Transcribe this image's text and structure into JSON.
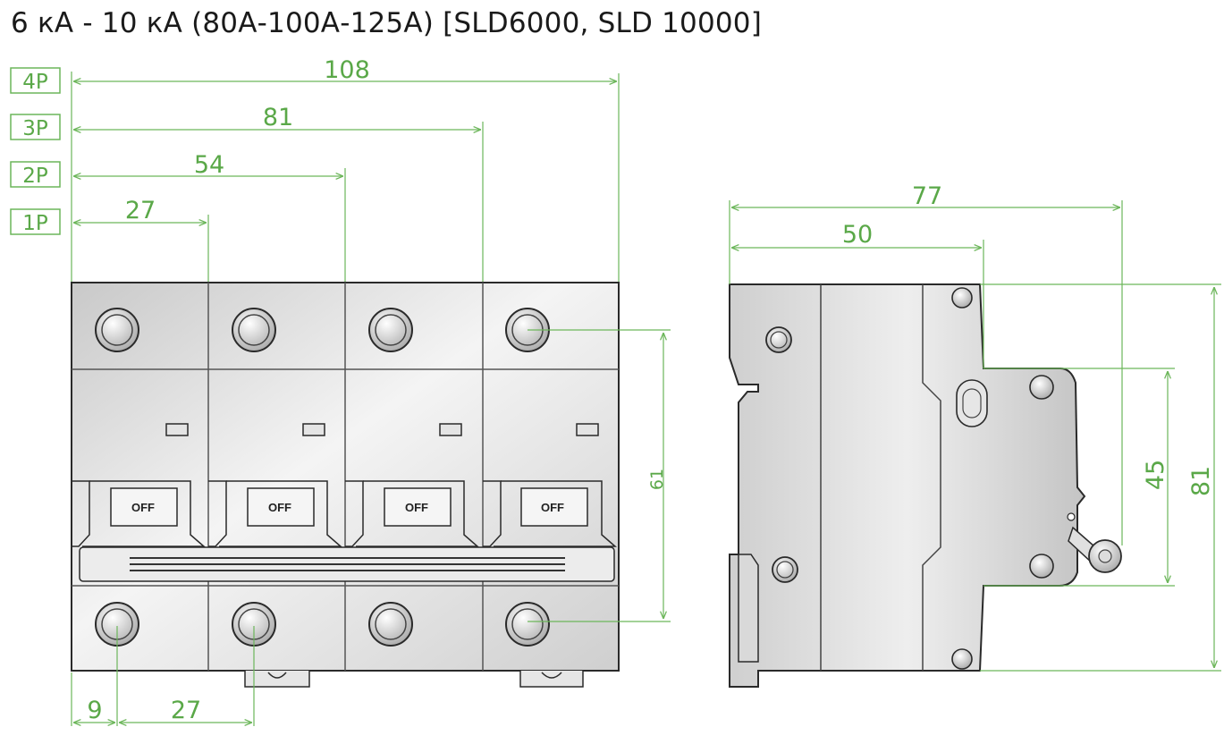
{
  "title": "6 кА - 10 кА (80А-100А-125А) [SLD6000, SLD 10000]",
  "poles": [
    "4P",
    "3P",
    "2P",
    "1P"
  ],
  "front_widths": [
    "108",
    "81",
    "54",
    "27"
  ],
  "front_height": "61",
  "bottom_offset": "9",
  "bottom_pitch": "27",
  "handle_label": "OFF",
  "side_depths": [
    "77",
    "50"
  ],
  "side_heights": [
    "45",
    "81"
  ],
  "colors": {
    "dimension": "#6cb65a",
    "body": "#d6d6d6",
    "outline": "#2a2a2a"
  }
}
